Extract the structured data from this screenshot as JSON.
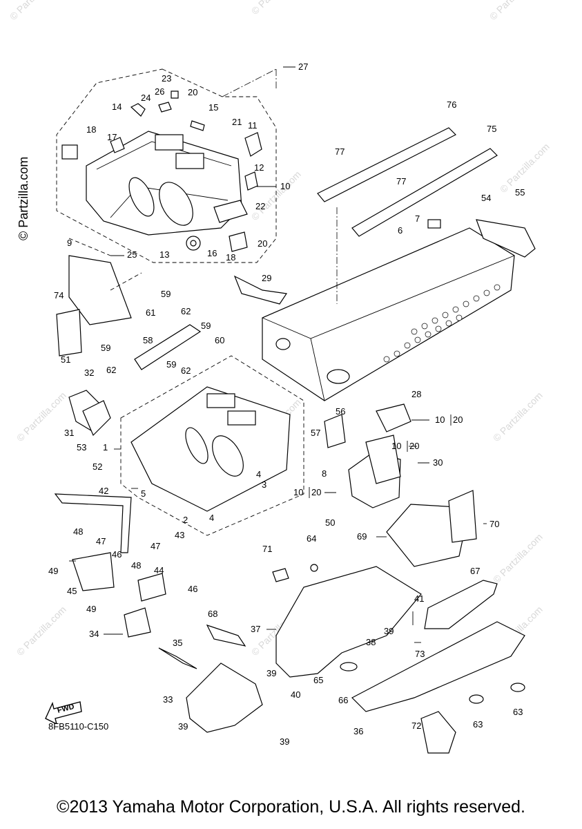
{
  "brand": {
    "side_watermark": "© Partzilla.com",
    "watermark": "© Partzilla.com"
  },
  "diagram": {
    "code": "8FB5110-C150",
    "fwd_label": "FWD",
    "copyright": "©2013 Yamaha Motor Corporation, U.S.A. All rights reserved.",
    "callouts": {
      "c1": "1",
      "c2": "2",
      "c3": "3",
      "c4a": "4",
      "c4b": "4",
      "c5": "5",
      "c6": "6",
      "c7": "7",
      "c8": "8",
      "c9": "9",
      "c10a": "10",
      "c10b": "10",
      "c20b": "20",
      "c10c": "10",
      "c20c": "20",
      "c10d": "10",
      "c20d": "20",
      "c11": "11",
      "c12": "12",
      "c13": "13",
      "c14": "14",
      "c15": "15",
      "c16": "16",
      "c17": "17",
      "c18a": "18",
      "c18b": "18",
      "c20a": "20",
      "c20e": "20",
      "c21": "21",
      "c22": "22",
      "c23": "23",
      "c24": "24",
      "c25": "25",
      "c26": "26",
      "c27": "27",
      "c28": "28",
      "c29": "29",
      "c30": "30",
      "c31": "31",
      "c32": "32",
      "c33": "33",
      "c34": "34",
      "c35": "35",
      "c36": "36",
      "c37": "37",
      "c38": "38",
      "c39a": "39",
      "c39b": "39",
      "c39c": "39",
      "c39d": "39",
      "c40": "40",
      "c41": "41",
      "c42": "42",
      "c43": "43",
      "c44": "44",
      "c45": "45",
      "c46a": "46",
      "c46b": "46",
      "c47a": "47",
      "c47b": "47",
      "c48a": "48",
      "c48b": "48",
      "c49a": "49",
      "c49b": "49",
      "c50": "50",
      "c51": "51",
      "c52": "52",
      "c53": "53",
      "c54": "54",
      "c55": "55",
      "c56": "56",
      "c57": "57",
      "c58": "58",
      "c59a": "59",
      "c59b": "59",
      "c59c": "59",
      "c59d": "59",
      "c60": "60",
      "c61": "61",
      "c62a": "62",
      "c62b": "62",
      "c62c": "62",
      "c63a": "63",
      "c63b": "63",
      "c64": "64",
      "c65": "65",
      "c66": "66",
      "c67": "67",
      "c68": "68",
      "c69": "69",
      "c70": "70",
      "c71": "71",
      "c72": "72",
      "c73": "73",
      "c74": "74",
      "c75": "75",
      "c76": "76",
      "c77a": "77",
      "c77b": "77"
    }
  }
}
